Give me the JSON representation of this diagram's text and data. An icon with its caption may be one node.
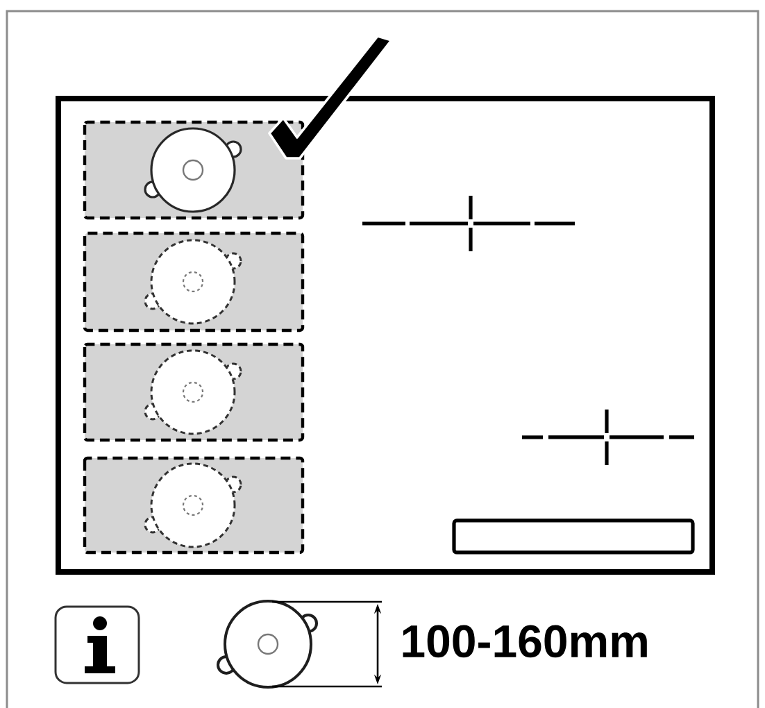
{
  "diagram": {
    "nodes": [
      {
        "text": [],
        "shape": "check"
      },
      {
        "text": [],
        "shape": "bar"
      }
    ],
    "labels": [
      "100-160mm"
    ]
  }
}
